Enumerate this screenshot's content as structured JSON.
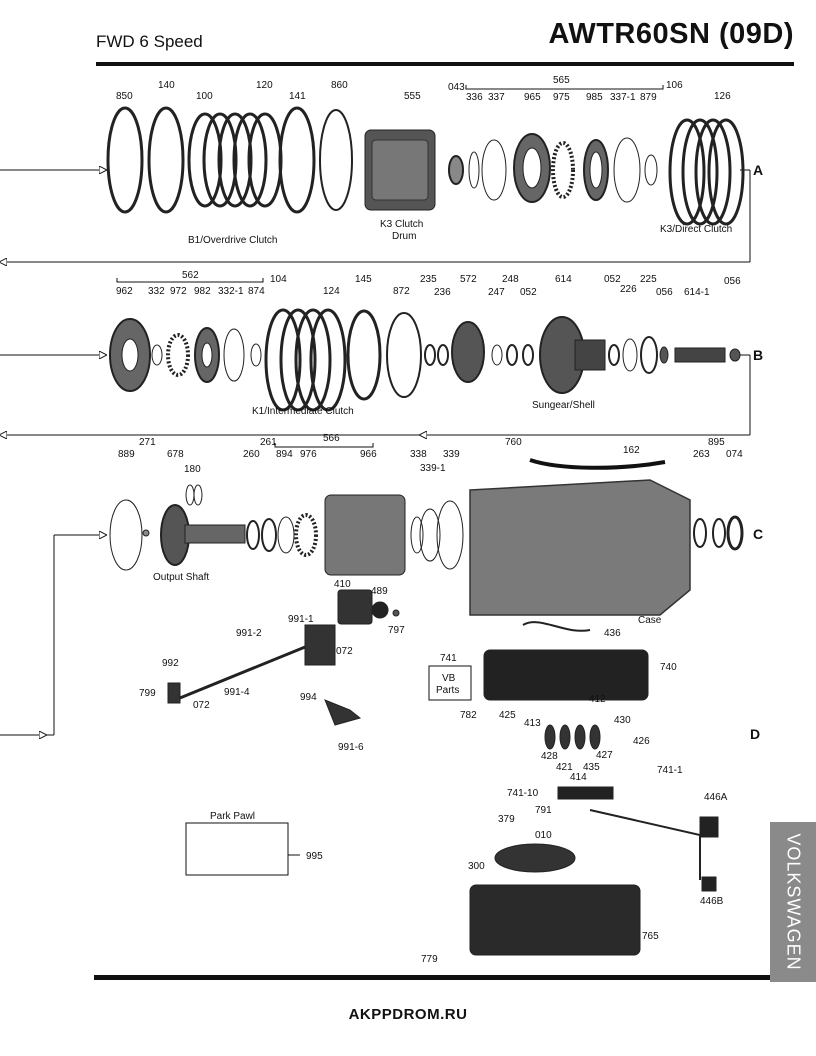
{
  "header": {
    "left": "FWD 6 Speed",
    "right": "AWTR60SN (09D)"
  },
  "footer": {
    "site": "AKPPDROM.RU"
  },
  "side_tab": {
    "label": "VOLKSWAGEN"
  },
  "rows": [
    "A",
    "B",
    "C",
    "D"
  ],
  "row_a": {
    "labels": [
      "850",
      "140",
      "100",
      "120",
      "141",
      "860",
      "555",
      "043",
      "565",
      "336",
      "337",
      "965",
      "975",
      "985",
      "337-1",
      "879",
      "106",
      "126"
    ],
    "captions": [
      "B1/Overdrive Clutch",
      "K3 Clutch",
      "Drum",
      "K3/Direct Clutch"
    ]
  },
  "row_b": {
    "labels": [
      "562",
      "962",
      "332",
      "972",
      "982",
      "332-1",
      "874",
      "104",
      "124",
      "145",
      "872",
      "235",
      "236",
      "572",
      "248",
      "247",
      "052",
      "614",
      "052",
      "226",
      "225",
      "056",
      "614-1",
      "056"
    ],
    "captions": [
      "K1/Intermediate Clutch",
      "Sungear/Shell"
    ]
  },
  "row_c": {
    "labels": [
      "271",
      "889",
      "678",
      "180",
      "260",
      "261",
      "566",
      "894",
      "976",
      "966",
      "338",
      "339-1",
      "339",
      "760",
      "162",
      "895",
      "263",
      "074"
    ],
    "captions": [
      "Output Shaft",
      "Case"
    ]
  },
  "row_d": {
    "labels": [
      "410",
      "489",
      "797",
      "991-1",
      "991-2",
      "072",
      "992",
      "991-4",
      "799",
      "072",
      "994",
      "991-6",
      "741",
      "740",
      "436",
      "412",
      "782",
      "425",
      "413",
      "430",
      "426",
      "428",
      "421",
      "435",
      "427",
      "414",
      "741-10",
      "741-1",
      "791",
      "446A",
      "379",
      "010",
      "300",
      "446B",
      "765",
      "779",
      "995"
    ],
    "captions": [
      "VB",
      "Parts",
      "Park Pawl"
    ]
  }
}
